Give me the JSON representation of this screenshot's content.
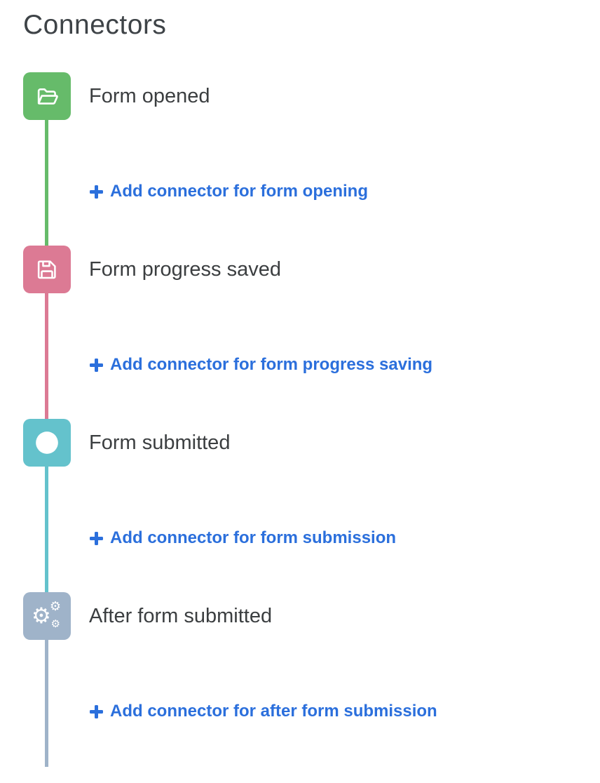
{
  "page": {
    "title": "Connectors"
  },
  "colors": {
    "link_blue": "#2b6fdc",
    "heading_text": "#3e4347",
    "label_text": "#3b3e40",
    "event_green": "#66bb6a",
    "event_pink": "#dc7a94",
    "event_teal": "#64c2cc",
    "event_slate": "#9fb3c9"
  },
  "timeline": {
    "events": [
      {
        "label": "Form opened",
        "icon": "folder-open-icon",
        "color": "#66bb6a",
        "add_link_label": "Add connector for form opening"
      },
      {
        "label": "Form progress saved",
        "icon": "save-icon",
        "color": "#dc7a94",
        "add_link_label": "Add connector for form progress saving"
      },
      {
        "label": "Form submitted",
        "icon": "check-circle-icon",
        "color": "#64c2cc",
        "add_link_label": "Add connector for form submission"
      },
      {
        "label": "After form submitted",
        "icon": "cogs-icon",
        "color": "#9fb3c9",
        "add_link_label": "Add connector for after form submission"
      }
    ]
  }
}
